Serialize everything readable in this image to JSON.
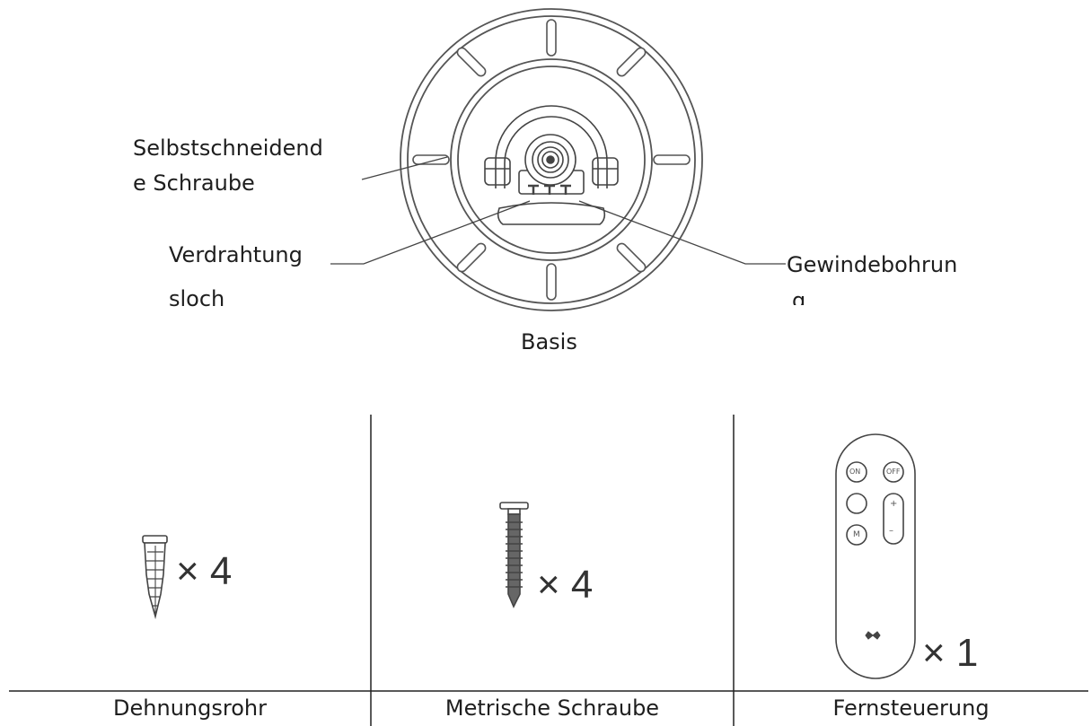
{
  "base": {
    "caption": "Basis",
    "callouts": {
      "self_tapping_screw": [
        "Selbstschneidend",
        "e Schraube"
      ],
      "wiring_hole": [
        "Verdrahtung",
        "sloch"
      ],
      "threaded_hole": [
        "Gewindebohrun",
        "g"
      ]
    }
  },
  "accessories": [
    {
      "name": "Dehnungsrohr",
      "quantity": "× 4"
    },
    {
      "name": "Metrische Schraube",
      "quantity": "× 4"
    },
    {
      "name": "Fernsteuerung",
      "quantity": "× 1"
    }
  ],
  "remote": {
    "on_label": "ON",
    "off_label": "OFF",
    "mode_label": "M",
    "plus_label": "+",
    "minus_label": "–"
  }
}
